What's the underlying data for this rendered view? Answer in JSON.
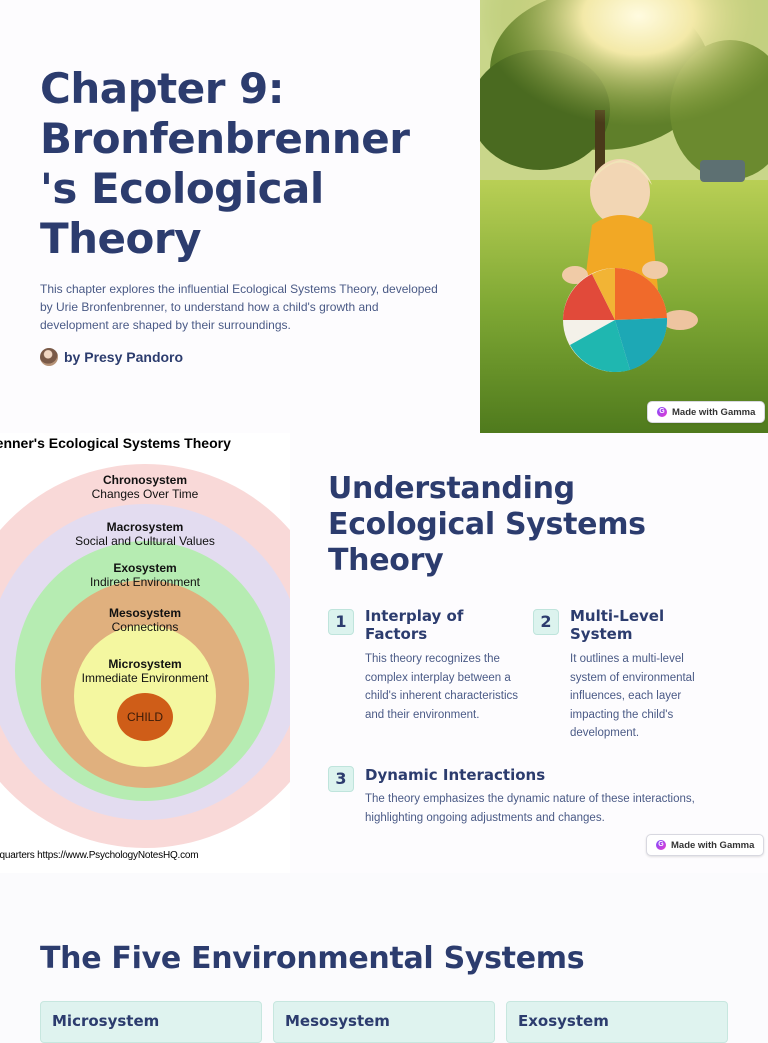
{
  "slide1": {
    "title": "Chapter 9: Bronfenbrenner 's Ecological Theory",
    "intro": "This chapter explores the influential Ecological Systems Theory, developed by Urie Bronfenbrenner, to understand how a child's growth and development are shaped by their surroundings.",
    "author": "by Presy Pandoro",
    "badge": "Made with Gamma"
  },
  "slide2": {
    "diagram": {
      "title": "Bronfenbrenner's Ecological Systems Theory",
      "credit": "Psychology Notes Headquarters https://www.PsychologyNotesHQ.com",
      "rings": [
        {
          "name": "Chronosystem",
          "desc": "Changes Over Time",
          "color": "#f9d9d8"
        },
        {
          "name": "Macrosystem",
          "desc": "Social and Cultural Values",
          "color": "#e3dcf0"
        },
        {
          "name": "Exosystem",
          "desc": "Indirect Environment",
          "color": "#b6ecb2"
        },
        {
          "name": "Mesosystem",
          "desc": "Connections",
          "color": "#e0b07e"
        },
        {
          "name": "Microsystem",
          "desc": "Immediate Environment",
          "color": "#f4f7a0"
        }
      ],
      "center": {
        "label": "CHILD",
        "color": "#cf5d18"
      }
    },
    "title": "Understanding Ecological Systems Theory",
    "items": [
      {
        "num": "1",
        "heading": "Interplay of Factors",
        "text": "This theory recognizes the complex interplay between a child's inherent characteristics and their environment."
      },
      {
        "num": "2",
        "heading": "Multi-Level System",
        "text": "It outlines a multi-level system of environmental influences, each layer impacting the child's development."
      },
      {
        "num": "3",
        "heading": "Dynamic Interactions",
        "text": "The theory emphasizes the dynamic nature of these interactions, highlighting ongoing adjustments and changes."
      }
    ],
    "badge": "Made with Gamma"
  },
  "slide3": {
    "title": "The Five Environmental Systems",
    "cards": [
      "Microsystem",
      "Mesosystem",
      "Exosystem"
    ]
  },
  "colors": {
    "heading": "#2c3c6e",
    "accent": "#dcf3ee"
  }
}
